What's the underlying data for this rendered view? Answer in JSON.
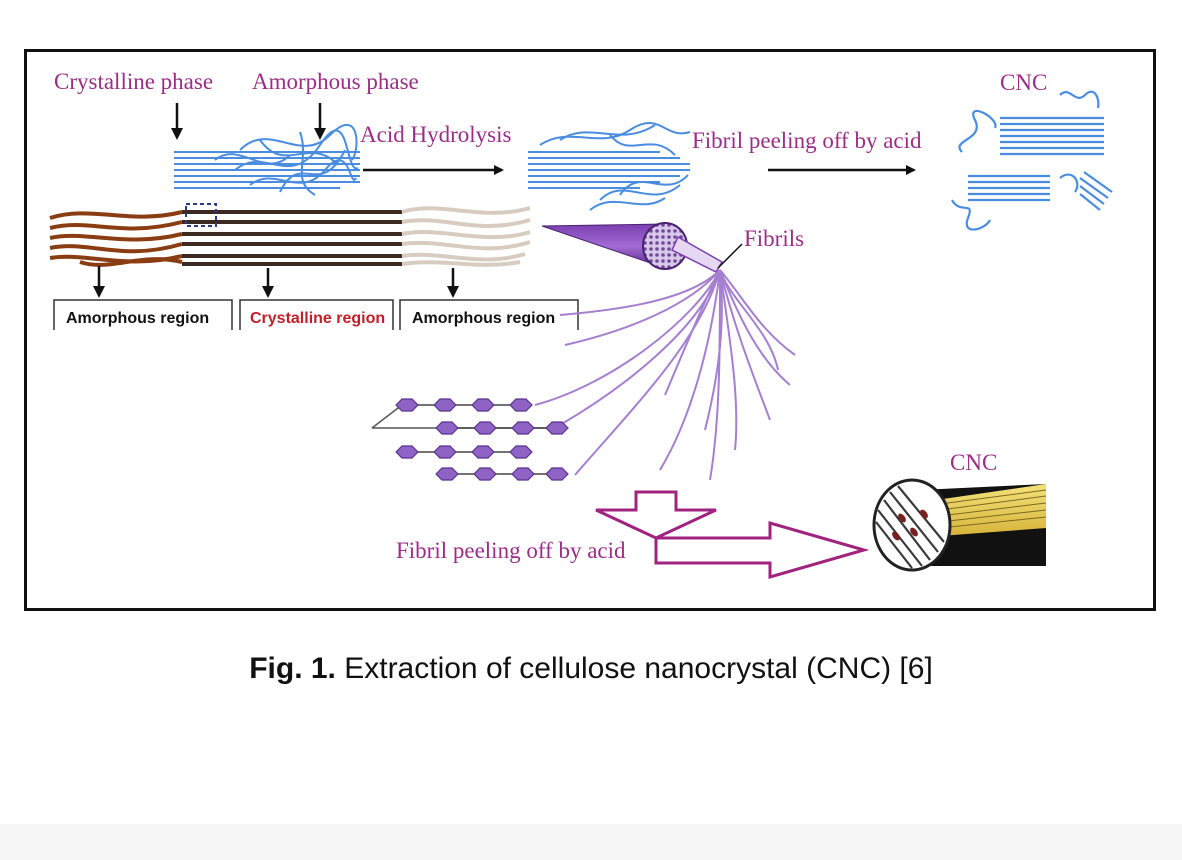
{
  "diagram": {
    "labels": {
      "crystalline_phase": "Crystalline phase",
      "amorphous_phase": "Amorphous phase",
      "acid_hydrolysis": "Acid Hydrolysis",
      "fibril_peeling_top": "Fibril peeling off by acid",
      "cnc_top": "CNC",
      "fibrils": "Fibrils",
      "cnc_bottom": "CNC",
      "fibril_peeling_bottom": "Fibril peeling off by acid"
    },
    "regions": [
      {
        "label": "Amorphous region",
        "color": "#111111"
      },
      {
        "label": "Crystalline region",
        "color": "#c0202a"
      },
      {
        "label": "Amorphous region",
        "color": "#111111"
      }
    ],
    "colors": {
      "label_purple": "#9a2e86",
      "fiber_blue": "#4a8de0",
      "fibril_purple": "#a57fd0",
      "amorphous_brown": "#8a3d12",
      "crystalline_dark": "#3c2a22",
      "amorphous_beige": "#d8ccc0",
      "hollow_arrow": "#a0237f",
      "glucose_ring": "#8e63c4"
    }
  },
  "caption": {
    "number": "Fig. 1.",
    "text": " Extraction of cellulose nanocrystal (CNC) [6]"
  }
}
